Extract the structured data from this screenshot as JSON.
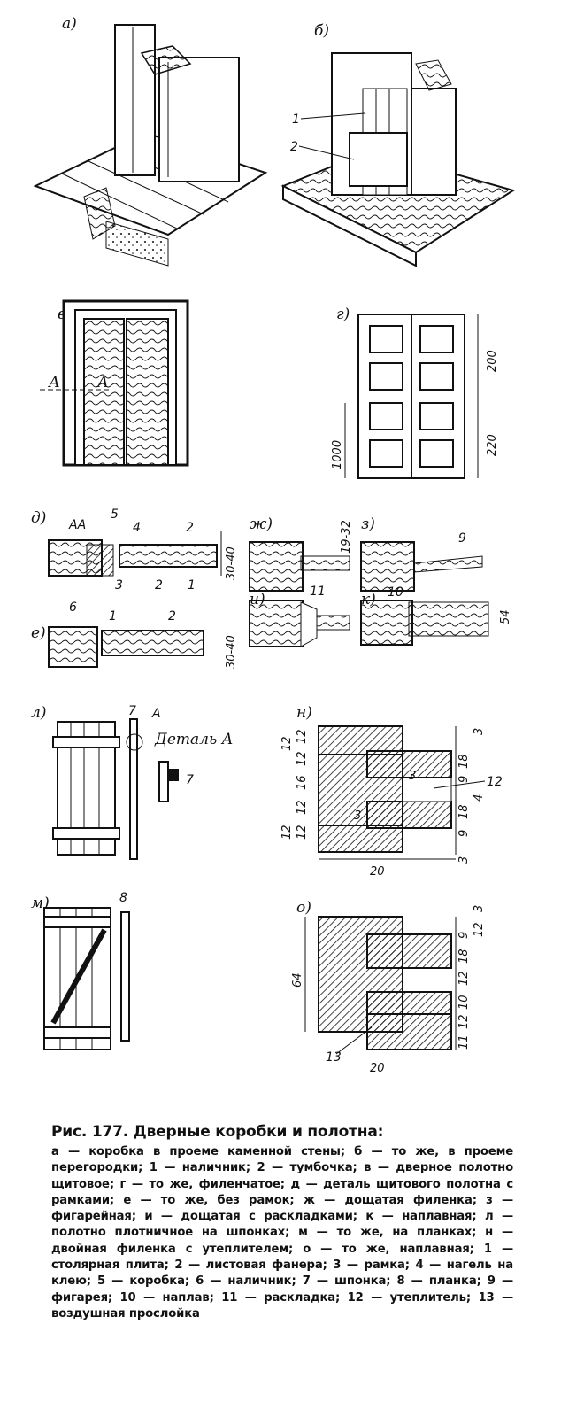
{
  "figure": {
    "panel_labels": {
      "a": "а)",
      "b": "б)",
      "v": "в)",
      "g": "г)",
      "d": "д)",
      "e": "е)",
      "zh": "ж)",
      "z": "з)",
      "i": "и)",
      "k": "к)",
      "l": "л)",
      "m": "м)",
      "n": "н)",
      "o": "о)"
    },
    "section_marks": {
      "a_left": "А",
      "a_right": "А",
      "aa": "АА",
      "detail": "Деталь А",
      "detail_mark": "А"
    },
    "callouts": {
      "c1": "1",
      "c2": "2",
      "c3": "3",
      "c4": "4",
      "c5": "5",
      "c6": "6",
      "c7": "7",
      "c8": "8",
      "c9": "9",
      "c10": "10",
      "c11": "11",
      "c12": "12",
      "c13": "13"
    },
    "dimensions": {
      "g_top": "200",
      "g_mid": "220",
      "g_left": "1000",
      "d_thick": "30-40",
      "e_thick": "30-40",
      "zh_thick": "19-32",
      "k_thick": "54",
      "n_right_1": "3",
      "n_right_2": "18",
      "n_right_3": "9",
      "n_right_4": "4",
      "n_right_5": "18",
      "n_right_6": "9",
      "n_right_7": "3",
      "n_left_1": "12",
      "n_left_2": "12",
      "n_left_3": "16",
      "n_left_4": "12",
      "n_left_5": "12",
      "n_left_6": "12",
      "n_left_7": "12",
      "n_bottom": "20",
      "n_inner": "3",
      "o_top_1": "3",
      "o_top_2": "12",
      "o_right_1": "9",
      "o_right_2": "18",
      "o_right_3": "12",
      "o_right_4": "10",
      "o_right_5": "12",
      "o_right_6": "11",
      "o_left": "64",
      "o_bottom": "20"
    }
  },
  "caption": {
    "title": "Рис. 177. Дверные коробки и полотна:",
    "body": "а — коробка в проеме каменной стены; б — то же, в проеме перегородки; 1 — наличник; 2 — тумбочка; в — дверное полотно щитовое; г — то же, филенчатое; д — деталь щитового полотна с рамками; е — то же, без рамок; ж — дощатая филенка; з — фигарейная; и — дощатая с раскладками; к — наплавная; л — полотно плотничное на шпонках; м — то же, на планках; н — двойная филенка с утеплителем; о — то же, наплавная; 1 — столярная плита; 2 — листовая фанера; 3 — рамка; 4 — нагель на клею; 5 — коробка; 6 — наличник; 7 — шпонка; 8 — планка; 9 — фигарея; 10 — наплав; 11 — раскладка; 12 — утеплитель; 13 — воздушная прослойка"
  }
}
